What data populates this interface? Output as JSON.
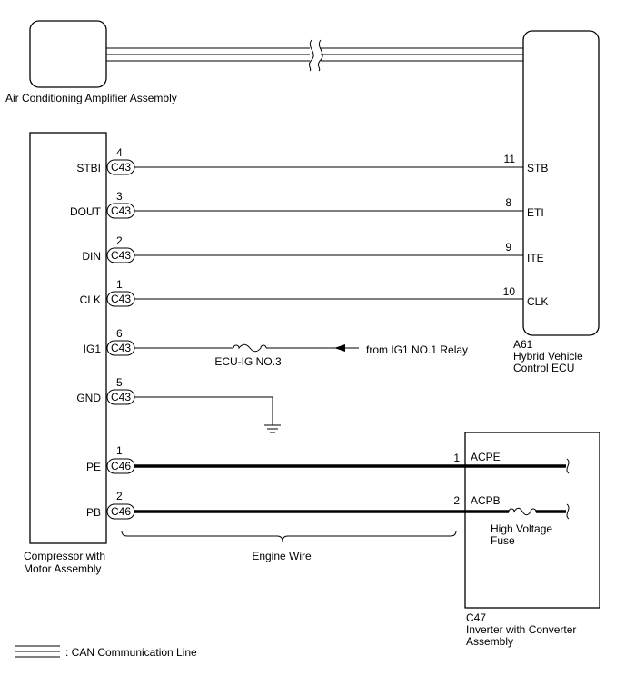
{
  "components": {
    "ac_amplifier": "Air Conditioning Amplifier Assembly",
    "hv_ecu_code": "A61",
    "hv_ecu_line1": "Hybrid Vehicle",
    "hv_ecu_line2": "Control ECU",
    "compressor_line1": "Compressor with",
    "compressor_line2": "Motor Assembly",
    "inverter_code": "C47",
    "inverter_line1": "Inverter with Converter",
    "inverter_line2": "Assembly"
  },
  "wires": [
    {
      "left_terminal": "STBI",
      "pin": "4",
      "connector": "C43",
      "right_pin": "11",
      "right_terminal": "STB"
    },
    {
      "left_terminal": "DOUT",
      "pin": "3",
      "connector": "C43",
      "right_pin": "8",
      "right_terminal": "ETI"
    },
    {
      "left_terminal": "DIN",
      "pin": "2",
      "connector": "C43",
      "right_pin": "9",
      "right_terminal": "ITE"
    },
    {
      "left_terminal": "CLK",
      "pin": "1",
      "connector": "C43",
      "right_pin": "10",
      "right_terminal": "CLK"
    }
  ],
  "ig1": {
    "terminal": "IG1",
    "pin": "6",
    "connector": "C43",
    "fuse": "ECU-IG NO.3",
    "source": "from IG1 NO.1 Relay"
  },
  "gnd": {
    "terminal": "GND",
    "pin": "5",
    "connector": "C43"
  },
  "hv_lines": [
    {
      "left_terminal": "PE",
      "pin": "1",
      "connector": "C46",
      "right_pin": "1",
      "right_terminal": "ACPE"
    },
    {
      "left_terminal": "PB",
      "pin": "2",
      "connector": "C46",
      "right_pin": "2",
      "right_terminal": "ACPB"
    }
  ],
  "hv_fuse_line1": "High Voltage",
  "hv_fuse_line2": "Fuse",
  "engine_wire": "Engine Wire",
  "legend": {
    "can_line": ": CAN Communication Line"
  }
}
